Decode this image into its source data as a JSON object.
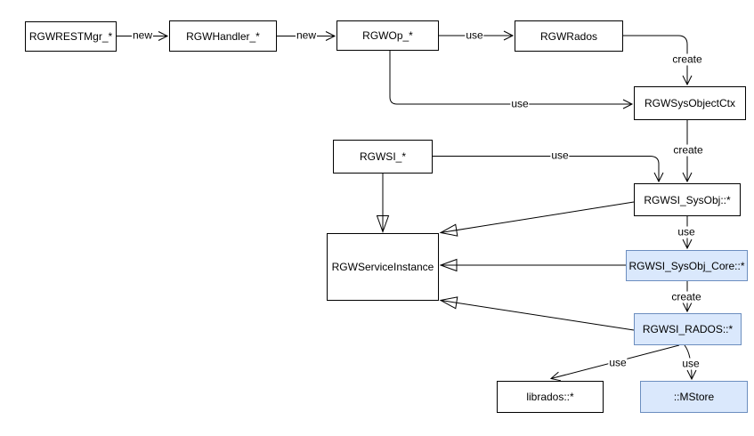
{
  "diagram": {
    "description": "RGW class relationship diagram",
    "colors": {
      "background": "#ffffff",
      "line": "#000000",
      "text": "#000000",
      "node_fill": "#ffffff",
      "node_border": "#000000",
      "highlight_fill": "#dae8fc",
      "highlight_border": "#6c8ebf"
    },
    "nodes": [
      {
        "id": "rgw-rest-mgr",
        "label": "RGWRESTMgr_*",
        "type": "plain"
      },
      {
        "id": "rgw-handler",
        "label": "RGWHandler_*",
        "type": "plain"
      },
      {
        "id": "rgw-op",
        "label": "RGWOp_*",
        "type": "plain"
      },
      {
        "id": "rgw-rados",
        "label": "RGWRados",
        "type": "plain"
      },
      {
        "id": "rgw-sys-object-ctx",
        "label": "RGWSysObjectCtx",
        "type": "plain"
      },
      {
        "id": "rgwsi",
        "label": "RGWSI_*",
        "type": "plain"
      },
      {
        "id": "rgwsi-sysobj",
        "label": "RGWSI_SysObj::*",
        "type": "plain"
      },
      {
        "id": "rgw-service-instance",
        "label": "RGWServiceInstance",
        "type": "plain"
      },
      {
        "id": "rgwsi-sysobj-core",
        "label": "RGWSI_SysObj_Core::*",
        "type": "highlight"
      },
      {
        "id": "rgwsi-rados",
        "label": "RGWSI_RADOS::*",
        "type": "highlight"
      },
      {
        "id": "librados",
        "label": "librados::*",
        "type": "plain"
      },
      {
        "id": "mstore",
        "label": "::MStore",
        "type": "highlight"
      }
    ],
    "edges": [
      {
        "from": "RGWRESTMgr_*",
        "to": "RGWHandler_*",
        "label": "new",
        "kind": "open-arrow"
      },
      {
        "from": "RGWHandler_*",
        "to": "RGWOp_*",
        "label": "new",
        "kind": "open-arrow"
      },
      {
        "from": "RGWOp_*",
        "to": "RGWRados",
        "label": "use",
        "kind": "open-arrow"
      },
      {
        "from": "RGWRados",
        "to": "RGWSysObjectCtx",
        "label": "create",
        "kind": "open-arrow"
      },
      {
        "from": "RGWOp_*",
        "to": "RGWSysObjectCtx",
        "label": "use",
        "kind": "open-arrow"
      },
      {
        "from": "RGWSysObjectCtx",
        "to": "RGWSI_SysObj::*",
        "label": "create",
        "kind": "open-arrow"
      },
      {
        "from": "RGWSI_*",
        "to": "RGWSI_SysObj::*",
        "label": "use",
        "kind": "open-arrow"
      },
      {
        "from": "RGWSI_*",
        "to": "RGWServiceInstance",
        "label": "",
        "kind": "generalization"
      },
      {
        "from": "RGWSI_SysObj::*",
        "to": "RGWServiceInstance",
        "label": "",
        "kind": "generalization"
      },
      {
        "from": "RGWSI_SysObj_Core::*",
        "to": "RGWServiceInstance",
        "label": "",
        "kind": "generalization"
      },
      {
        "from": "RGWSI_RADOS::*",
        "to": "RGWServiceInstance",
        "label": "",
        "kind": "generalization"
      },
      {
        "from": "RGWSI_SysObj::*",
        "to": "RGWSI_SysObj_Core::*",
        "label": "use",
        "kind": "open-arrow"
      },
      {
        "from": "RGWSI_SysObj_Core::*",
        "to": "RGWSI_RADOS::*",
        "label": "create",
        "kind": "open-arrow"
      },
      {
        "from": "RGWSI_RADOS::*",
        "to": "librados::*",
        "label": "use",
        "kind": "open-arrow"
      },
      {
        "from": "RGWSI_RADOS::*",
        "to": "::MStore",
        "label": "use",
        "kind": "open-arrow"
      }
    ]
  }
}
